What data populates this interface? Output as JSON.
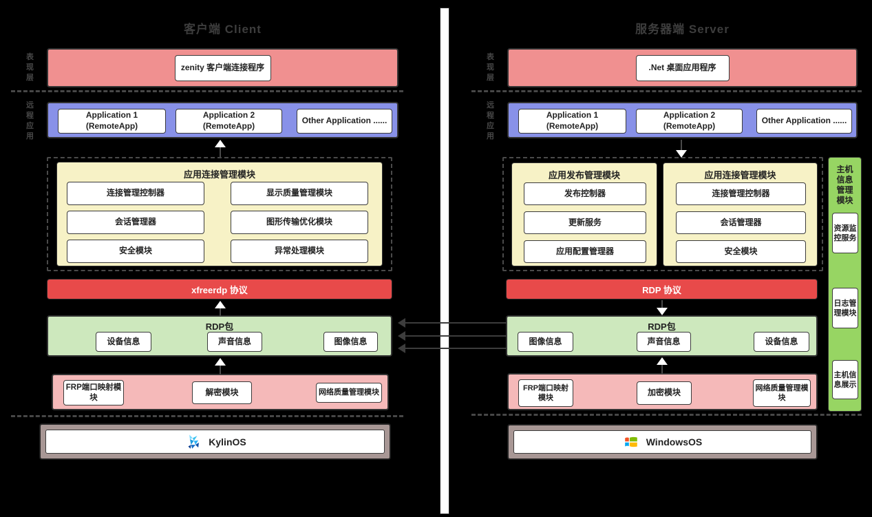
{
  "client": {
    "title": "客户端 Client",
    "layers": {
      "presentation": "表现层",
      "remote_app": "远程应用"
    },
    "presentation_app": "zenity 客户端连接程序",
    "apps": [
      "Application 1 (RemoteApp)",
      "Application 2 (RemoteApp)",
      "Other Application ......"
    ],
    "connection_modules": {
      "title": "应用连接管理模块",
      "items": [
        "连接管理控制器",
        "会话管理器",
        "安全模块",
        "显示质量管理模块",
        "图形传输优化模块",
        "异常处理模块"
      ]
    },
    "protocol": "xfreerdp 协议",
    "rdp_packet": {
      "title": "RDP包",
      "items": [
        "设备信息",
        "声音信息",
        "图像信息"
      ]
    },
    "transport_modules": [
      "FRP端口映射模块",
      "解密模块",
      "网络质量管理模块"
    ],
    "os": "KylinOS"
  },
  "server": {
    "title": "服务器端 Server",
    "layers": {
      "presentation": "表现层",
      "remote_app": "远程应用"
    },
    "presentation_app": ".Net 桌面应用程序",
    "apps": [
      "Application 1 (RemoteApp)",
      "Application 2 (RemoteApp)",
      "Other Application ......"
    ],
    "publish_modules": {
      "title": "应用发布管理模块",
      "items": [
        "发布控制器",
        "更新服务",
        "应用配置管理器"
      ]
    },
    "connection_modules": {
      "title": "应用连接管理模块",
      "items": [
        "连接管理控制器",
        "会话管理器",
        "安全模块"
      ]
    },
    "protocol": "RDP 协议",
    "rdp_packet": {
      "title": "RDP包",
      "items": [
        "图像信息",
        "声音信息",
        "设备信息"
      ]
    },
    "transport_modules": [
      "FRP端口映射模块",
      "加密模块",
      "网络质量管理模块"
    ],
    "os": "WindowsOS",
    "host_info_panel": {
      "title": "主机信息管理模块",
      "items": [
        "资源监控服务",
        "日志管理模块",
        "主机信息展示"
      ]
    }
  },
  "colors": {
    "background": "#000000",
    "presentation_fill": "#F09090",
    "remote_app_fill": "#8891E8",
    "module_group_fill": "#F7F2C6",
    "protocol_fill": "#E84A4A",
    "packet_fill": "#CDE8BD",
    "transport_fill": "#F5B9B9",
    "os_fill": "#A89795",
    "host_panel_fill": "#97D563"
  }
}
